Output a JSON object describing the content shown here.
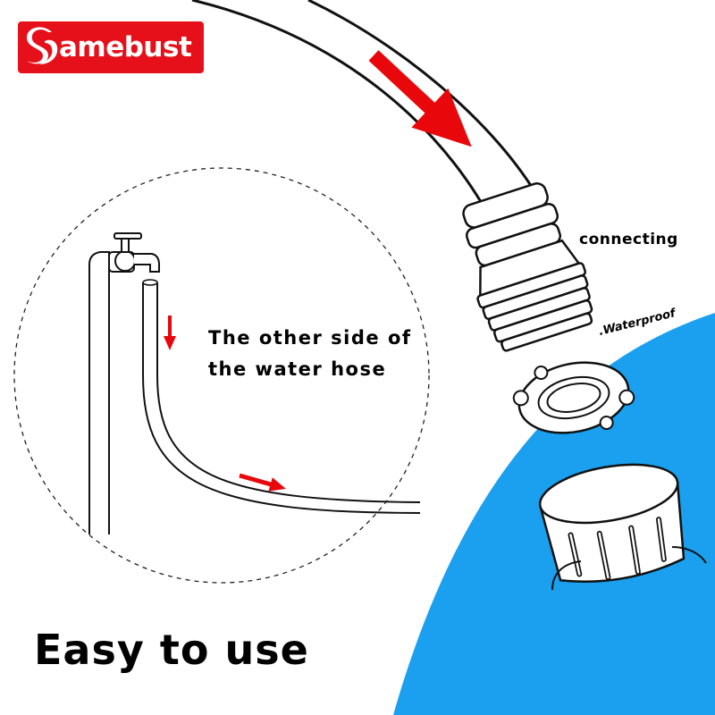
{
  "brand": {
    "name": "Samebust",
    "logo_text": "amebust",
    "color": "#e6101a"
  },
  "labels": {
    "other_side_line1": "The other side of",
    "other_side_line2": "the water hose",
    "connecting": "connecting",
    "waterproof": ".Waterproof",
    "headline": "Easy to use"
  },
  "colors": {
    "water_blue": "#1aa0ee",
    "arrow_red": "#e8080c"
  }
}
